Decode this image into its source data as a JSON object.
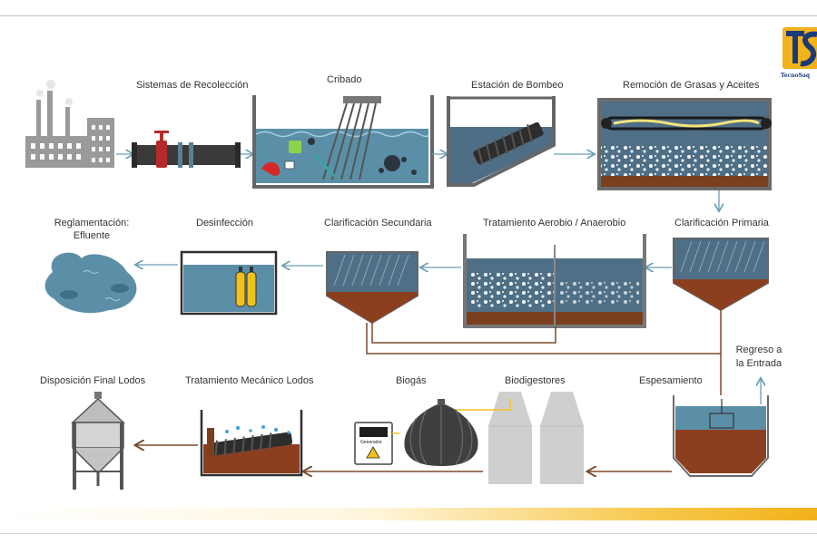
{
  "brand": {
    "name": "TecnoSaq"
  },
  "stages": {
    "recoleccion": "Sistemas de Recolección",
    "cribado": "Cribado",
    "bombeo": "Estación de Bombeo",
    "grasas": "Remoción de Grasas y Aceites",
    "primaria": "Clarificación  Primaria",
    "aerobio": "Tratamiento Aerobio / Anaerobio",
    "secundaria": "Clarificación  Secundaria",
    "desinfeccion": "Desinfección",
    "reglamentacion_1": "Reglamentación:",
    "reglamentacion_2": "Efluente",
    "regreso_1": "Regreso a",
    "regreso_2": "la Entrada",
    "espesamiento": "Espesamiento",
    "biodigestores": "Biodigestores",
    "biogas": "Biogás",
    "mecanico": "Tratamiento Mecánico Lodos",
    "disposicion": "Disposición Final Lodos"
  },
  "generator": {
    "label": "Generador"
  },
  "colors": {
    "water": "#5b8fa8",
    "sludge": "#8b3f1e",
    "arrow": "#6a9db5",
    "sludge_pipe": "#7a4a2a",
    "tank": "#6b6b6b",
    "accent": "#f2b21a"
  }
}
